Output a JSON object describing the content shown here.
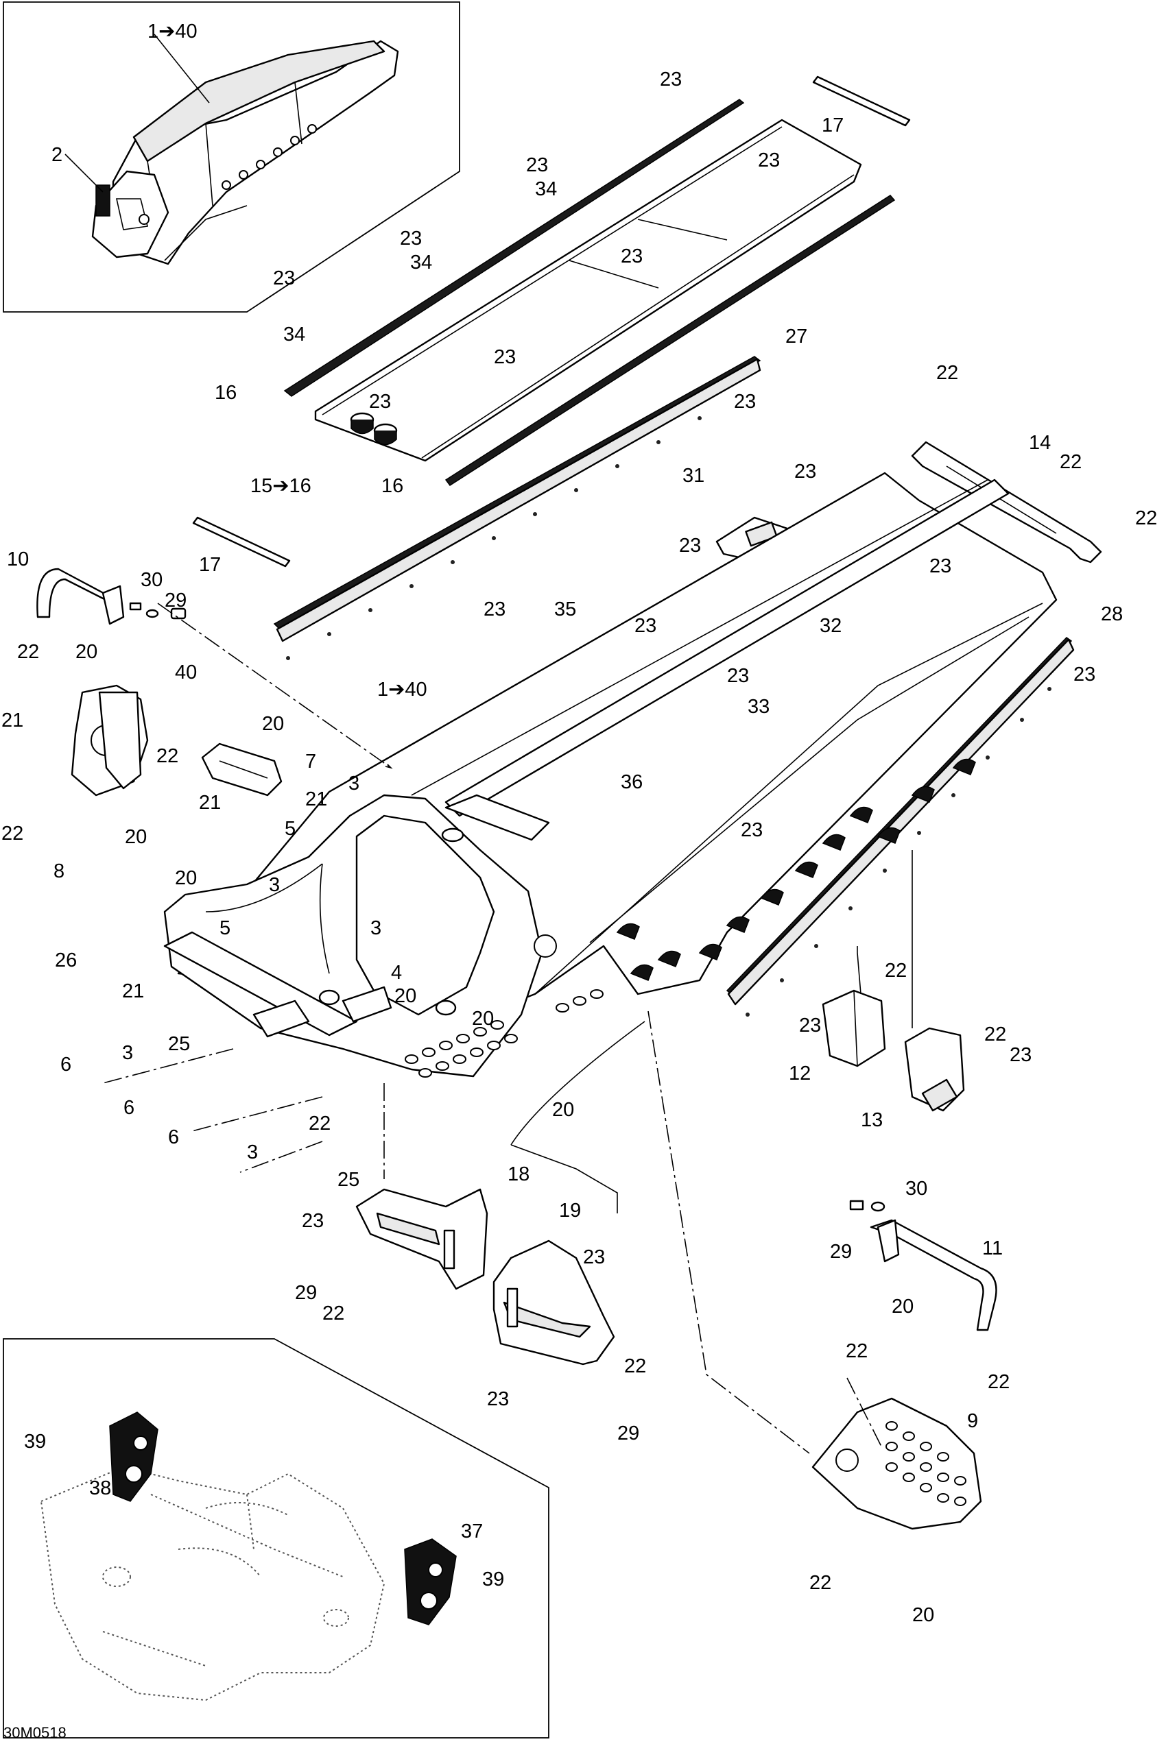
{
  "drawing_code": "30M0518",
  "callouts": [
    {
      "id": "c-1-40-inset",
      "text": "1➔40"
    },
    {
      "id": "c-2",
      "text": "2"
    },
    {
      "id": "c-23-a",
      "text": "23"
    },
    {
      "id": "c-17-a",
      "text": "17"
    },
    {
      "id": "c-23-b",
      "text": "23"
    },
    {
      "id": "c-34-a",
      "text": "34"
    },
    {
      "id": "c-23-c",
      "text": "23"
    },
    {
      "id": "c-23-d",
      "text": "23"
    },
    {
      "id": "c-34-b",
      "text": "34"
    },
    {
      "id": "c-23-e",
      "text": "23"
    },
    {
      "id": "c-23-f",
      "text": "23"
    },
    {
      "id": "c-34-c",
      "text": "34"
    },
    {
      "id": "c-27",
      "text": "27"
    },
    {
      "id": "c-23-g",
      "text": "23"
    },
    {
      "id": "c-16-a",
      "text": "16"
    },
    {
      "id": "c-23-h",
      "text": "23"
    },
    {
      "id": "c-23-i",
      "text": "23"
    },
    {
      "id": "c-15-16",
      "text": "15➔16"
    },
    {
      "id": "c-16-b",
      "text": "16"
    },
    {
      "id": "c-22-a",
      "text": "22"
    },
    {
      "id": "c-14",
      "text": "14"
    },
    {
      "id": "c-22-b",
      "text": "22"
    },
    {
      "id": "c-22-c",
      "text": "22"
    },
    {
      "id": "c-31",
      "text": "31"
    },
    {
      "id": "c-23-j",
      "text": "23"
    },
    {
      "id": "c-23-k",
      "text": "23"
    },
    {
      "id": "c-17-b",
      "text": "17"
    },
    {
      "id": "c-10",
      "text": "10"
    },
    {
      "id": "c-30-a",
      "text": "30"
    },
    {
      "id": "c-29-a",
      "text": "29"
    },
    {
      "id": "c-20-a",
      "text": "20"
    },
    {
      "id": "c-22-d",
      "text": "22"
    },
    {
      "id": "c-23-l",
      "text": "23"
    },
    {
      "id": "c-35",
      "text": "35"
    },
    {
      "id": "c-23-m",
      "text": "23"
    },
    {
      "id": "c-23-n",
      "text": "23"
    },
    {
      "id": "c-32",
      "text": "32"
    },
    {
      "id": "c-28",
      "text": "28"
    },
    {
      "id": "c-23-o",
      "text": "23"
    },
    {
      "id": "c-40",
      "text": "40"
    },
    {
      "id": "c-1-40-main",
      "text": "1➔40"
    },
    {
      "id": "c-23-p",
      "text": "23"
    },
    {
      "id": "c-33",
      "text": "33"
    },
    {
      "id": "c-20-b",
      "text": "20"
    },
    {
      "id": "c-7",
      "text": "7"
    },
    {
      "id": "c-21-a",
      "text": "21"
    },
    {
      "id": "c-22-e",
      "text": "22"
    },
    {
      "id": "c-21-b",
      "text": "21"
    },
    {
      "id": "c-21-c",
      "text": "21"
    },
    {
      "id": "c-3-a",
      "text": "3"
    },
    {
      "id": "c-36",
      "text": "36"
    },
    {
      "id": "c-22-f",
      "text": "22"
    },
    {
      "id": "c-20-c",
      "text": "20"
    },
    {
      "id": "c-5-a",
      "text": "5"
    },
    {
      "id": "c-23-q",
      "text": "23"
    },
    {
      "id": "c-8",
      "text": "8"
    },
    {
      "id": "c-20-d",
      "text": "20"
    },
    {
      "id": "c-3-b",
      "text": "3"
    },
    {
      "id": "c-5-b",
      "text": "5"
    },
    {
      "id": "c-3-c",
      "text": "3"
    },
    {
      "id": "c-4",
      "text": "4"
    },
    {
      "id": "c-26",
      "text": "26"
    },
    {
      "id": "c-21-d",
      "text": "21"
    },
    {
      "id": "c-22-g",
      "text": "22"
    },
    {
      "id": "c-23-r",
      "text": "23"
    },
    {
      "id": "c-20-e",
      "text": "20"
    },
    {
      "id": "c-20-f",
      "text": "20"
    },
    {
      "id": "c-22-h",
      "text": "22"
    },
    {
      "id": "c-23-s",
      "text": "23"
    },
    {
      "id": "c-6-a",
      "text": "6"
    },
    {
      "id": "c-3-d",
      "text": "3"
    },
    {
      "id": "c-25-a",
      "text": "25"
    },
    {
      "id": "c-12",
      "text": "12"
    },
    {
      "id": "c-13",
      "text": "13"
    },
    {
      "id": "c-6-b",
      "text": "6"
    },
    {
      "id": "c-20-g",
      "text": "20"
    },
    {
      "id": "c-22-i",
      "text": "22"
    },
    {
      "id": "c-6-c",
      "text": "6"
    },
    {
      "id": "c-3-e",
      "text": "3"
    },
    {
      "id": "c-25-b",
      "text": "25"
    },
    {
      "id": "c-18",
      "text": "18"
    },
    {
      "id": "c-30-b",
      "text": "30"
    },
    {
      "id": "c-23-t",
      "text": "23"
    },
    {
      "id": "c-19",
      "text": "19"
    },
    {
      "id": "c-29-b",
      "text": "29"
    },
    {
      "id": "c-11",
      "text": "11"
    },
    {
      "id": "c-23-u",
      "text": "23"
    },
    {
      "id": "c-29-c",
      "text": "29"
    },
    {
      "id": "c-22-j",
      "text": "22"
    },
    {
      "id": "c-20-h",
      "text": "20"
    },
    {
      "id": "c-22-k",
      "text": "22"
    },
    {
      "id": "c-22-l",
      "text": "22"
    },
    {
      "id": "c-23-v",
      "text": "23"
    },
    {
      "id": "c-29-d",
      "text": "29"
    },
    {
      "id": "c-22-m",
      "text": "22"
    },
    {
      "id": "c-39-a",
      "text": "39"
    },
    {
      "id": "c-9",
      "text": "9"
    },
    {
      "id": "c-38",
      "text": "38"
    },
    {
      "id": "c-37",
      "text": "37"
    },
    {
      "id": "c-39-b",
      "text": "39"
    },
    {
      "id": "c-22-n",
      "text": "22"
    },
    {
      "id": "c-20-i",
      "text": "20"
    }
  ]
}
